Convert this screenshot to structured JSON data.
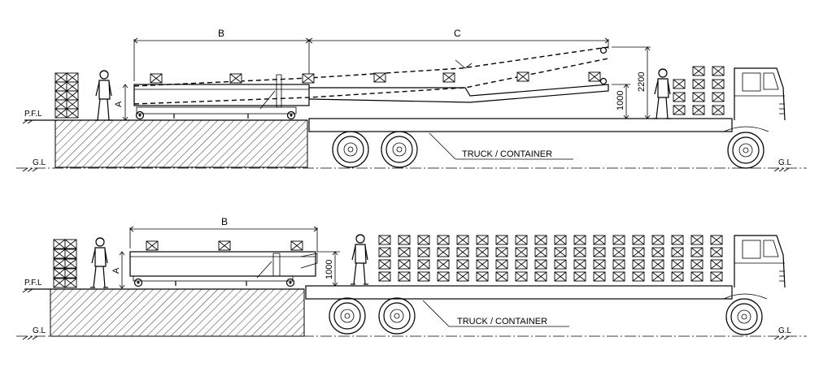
{
  "top_view": {
    "label_b": "B",
    "label_c": "C",
    "label_a": "A",
    "label_pfl": "P.F.L",
    "label_gl_left": "G.L",
    "label_gl_right": "G.L",
    "dim_1000": "1000",
    "dim_2200": "2200",
    "truck_label": "TRUCK / CONTAINER"
  },
  "bottom_view": {
    "label_b": "B",
    "label_a": "A",
    "label_pfl": "P.F.L",
    "label_gl_left": "G.L",
    "label_gl_right": "G.L",
    "dim_1000": "1000",
    "truck_label": "TRUCK / CONTAINER"
  }
}
